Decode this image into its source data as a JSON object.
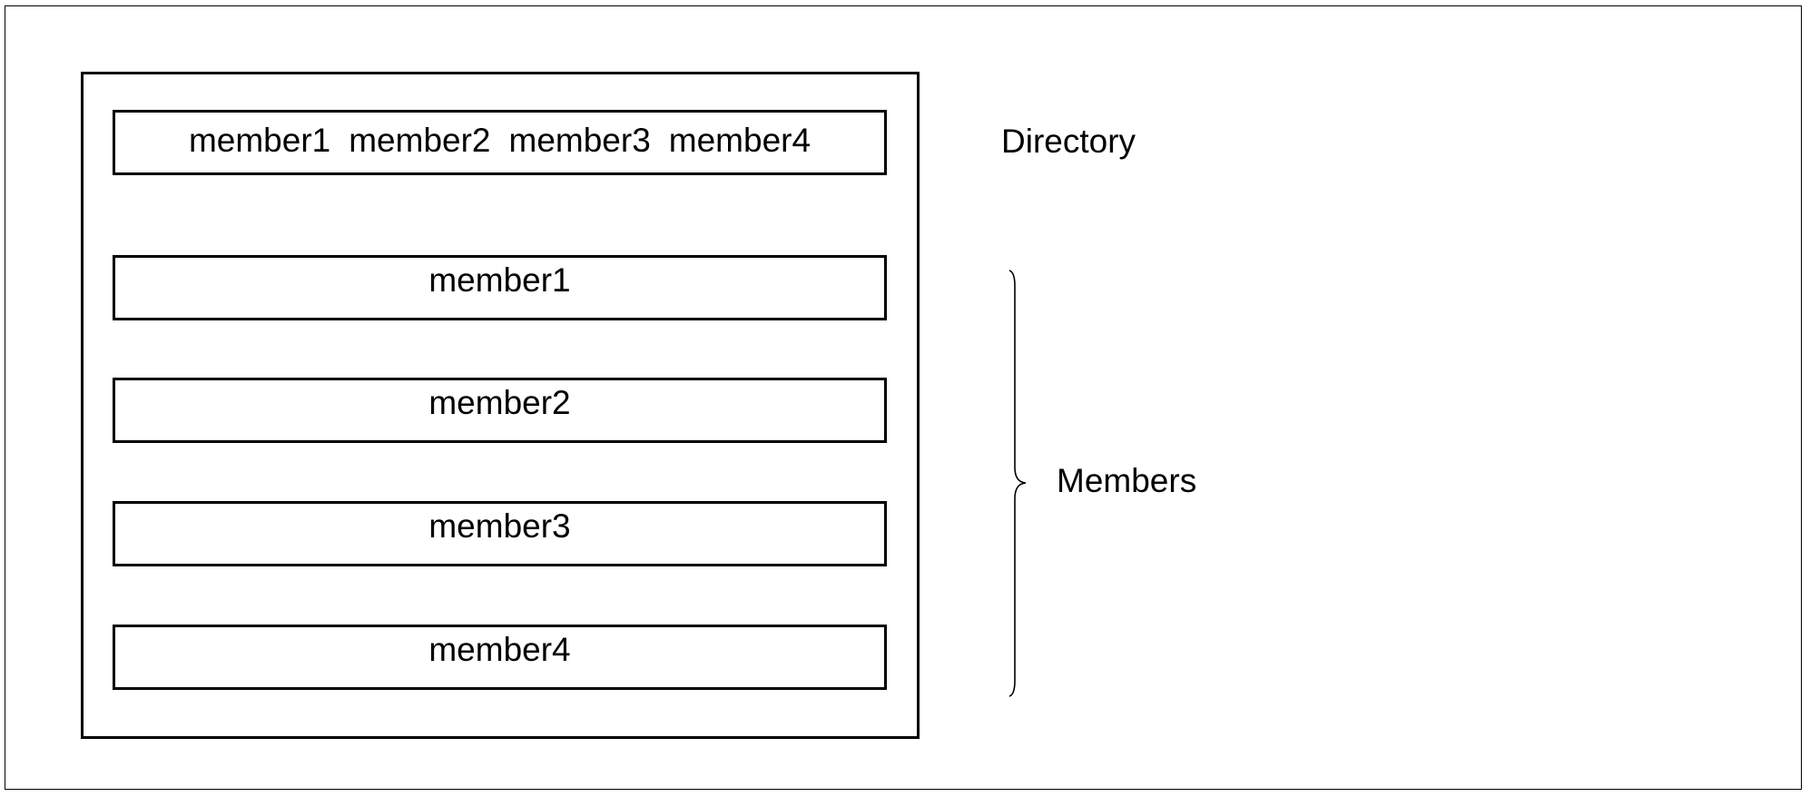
{
  "directory": {
    "label": "Directory",
    "entries": [
      "member1",
      "member2",
      "member3",
      "member4"
    ]
  },
  "members": {
    "label": "Members",
    "items": [
      "member1",
      "member2",
      "member3",
      "member4"
    ]
  }
}
